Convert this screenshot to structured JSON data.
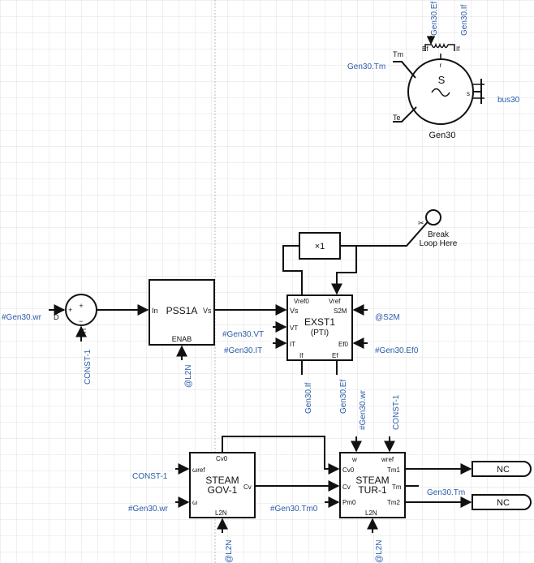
{
  "generator": {
    "name": "Gen30",
    "symbol": "S",
    "rotor": "r",
    "stator": "s",
    "pin_tm": "Tm",
    "pin_te": "Te",
    "pin_ef": "Ef",
    "pin_if": "If"
  },
  "signals": {
    "gen30_ef_top": "Gen30.Ef",
    "gen30_if_top": "Gen30.If",
    "gen30_tm_left": "Gen30.Tm",
    "bus30": "bus30",
    "gen30_wr_in": "#Gen30.wr",
    "const1_sum": "CONST-1",
    "l2n_pss": "@L2N",
    "gen30_vt": "#Gen30.VT",
    "gen30_it": "#Gen30.IT",
    "s2m": "@S2M",
    "gen30_ef0": "#Gen30.Ef0",
    "gen30_if_out": "Gen30.If",
    "gen30_ef_out": "Gen30.Ef",
    "gen30_wr_tur": "#Gen30.wr",
    "const1_tur": "CONST-1",
    "const1_gov": "CONST-1",
    "gen30_wr_gov": "#Gen30.wr",
    "gen30_tm0": "#Gen30.Tm0",
    "gen30_tm_out": "Gen30.Tm",
    "l2n_gov": "@L2N",
    "l2n_tur": "@L2N"
  },
  "sum_block": {
    "plus_top": "+",
    "plus_left": "+",
    "minus": "−",
    "pin_d": "D",
    "pin_f": "F"
  },
  "pss1a": {
    "title": "PSS1A",
    "pin_in": "In",
    "pin_vs": "Vs",
    "pin_enab": "ENAB"
  },
  "multiplier": {
    "label": "×1"
  },
  "break_loop": {
    "line1": "Break",
    "line2": "Loop Here"
  },
  "exst1": {
    "title": "EXST1",
    "subtitle": "(PTI)",
    "pin_vref0": "Vref0",
    "pin_vref": "Vref",
    "pin_vs": "Vs",
    "pin_s2m": "S2M",
    "pin_vt": "VT",
    "pin_it": "IT",
    "pin_ef0": "Ef0",
    "pin_if": "If",
    "pin_ef": "Ef"
  },
  "steam_gov": {
    "title": "STEAM",
    "subtitle": "GOV-1",
    "pin_cv0": "Cv0",
    "pin_wref": "ωref",
    "pin_w": "ω",
    "pin_cv": "Cv",
    "pin_l2n": "L2N"
  },
  "steam_tur": {
    "title": "STEAM",
    "subtitle": "TUR-1",
    "pin_w": "w",
    "pin_wref": "wref",
    "pin_cv0": "Cv0",
    "pin_tm1": "Tm1",
    "pin_cv": "Cv",
    "pin_tm": "Tm",
    "pin_pm0": "Pm0",
    "pin_tm2": "Tm2",
    "pin_l2n": "L2N"
  },
  "nc_terminals": [
    "NC",
    "NC"
  ]
}
